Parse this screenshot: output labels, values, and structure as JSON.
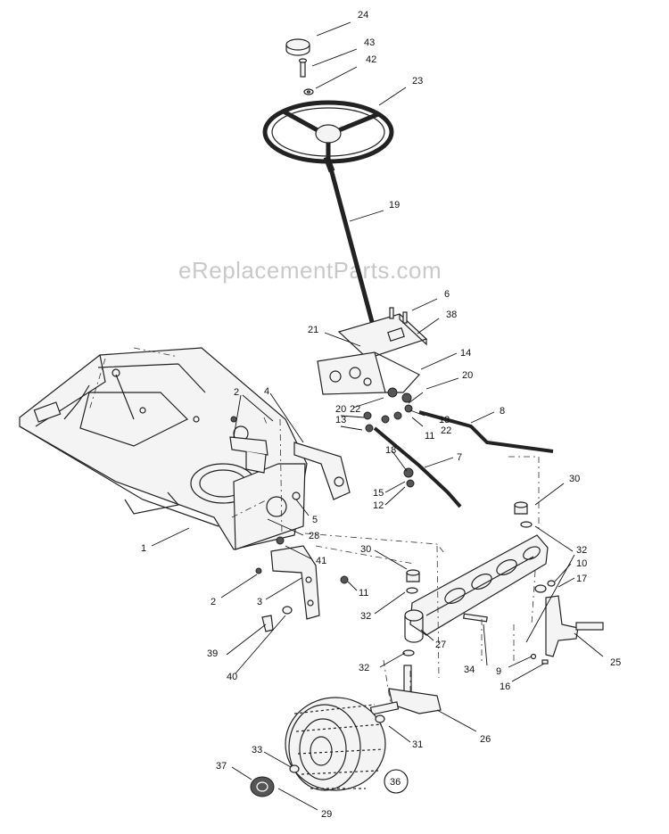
{
  "watermark": "eReplacementParts.com",
  "callouts": [
    "24",
    "43",
    "42",
    "23",
    "19",
    "6",
    "38",
    "21",
    "14",
    "20",
    "22",
    "13",
    "11",
    "8",
    "7",
    "18",
    "15",
    "12",
    "2",
    "4",
    "5",
    "28",
    "1",
    "41",
    "3",
    "11",
    "30",
    "32",
    "10",
    "17",
    "27",
    "34",
    "9",
    "16",
    "25",
    "26",
    "31",
    "33",
    "37",
    "29",
    "36",
    "39",
    "40",
    "20",
    "13",
    "22",
    "30",
    "32",
    "2"
  ],
  "circled_callout": "36"
}
